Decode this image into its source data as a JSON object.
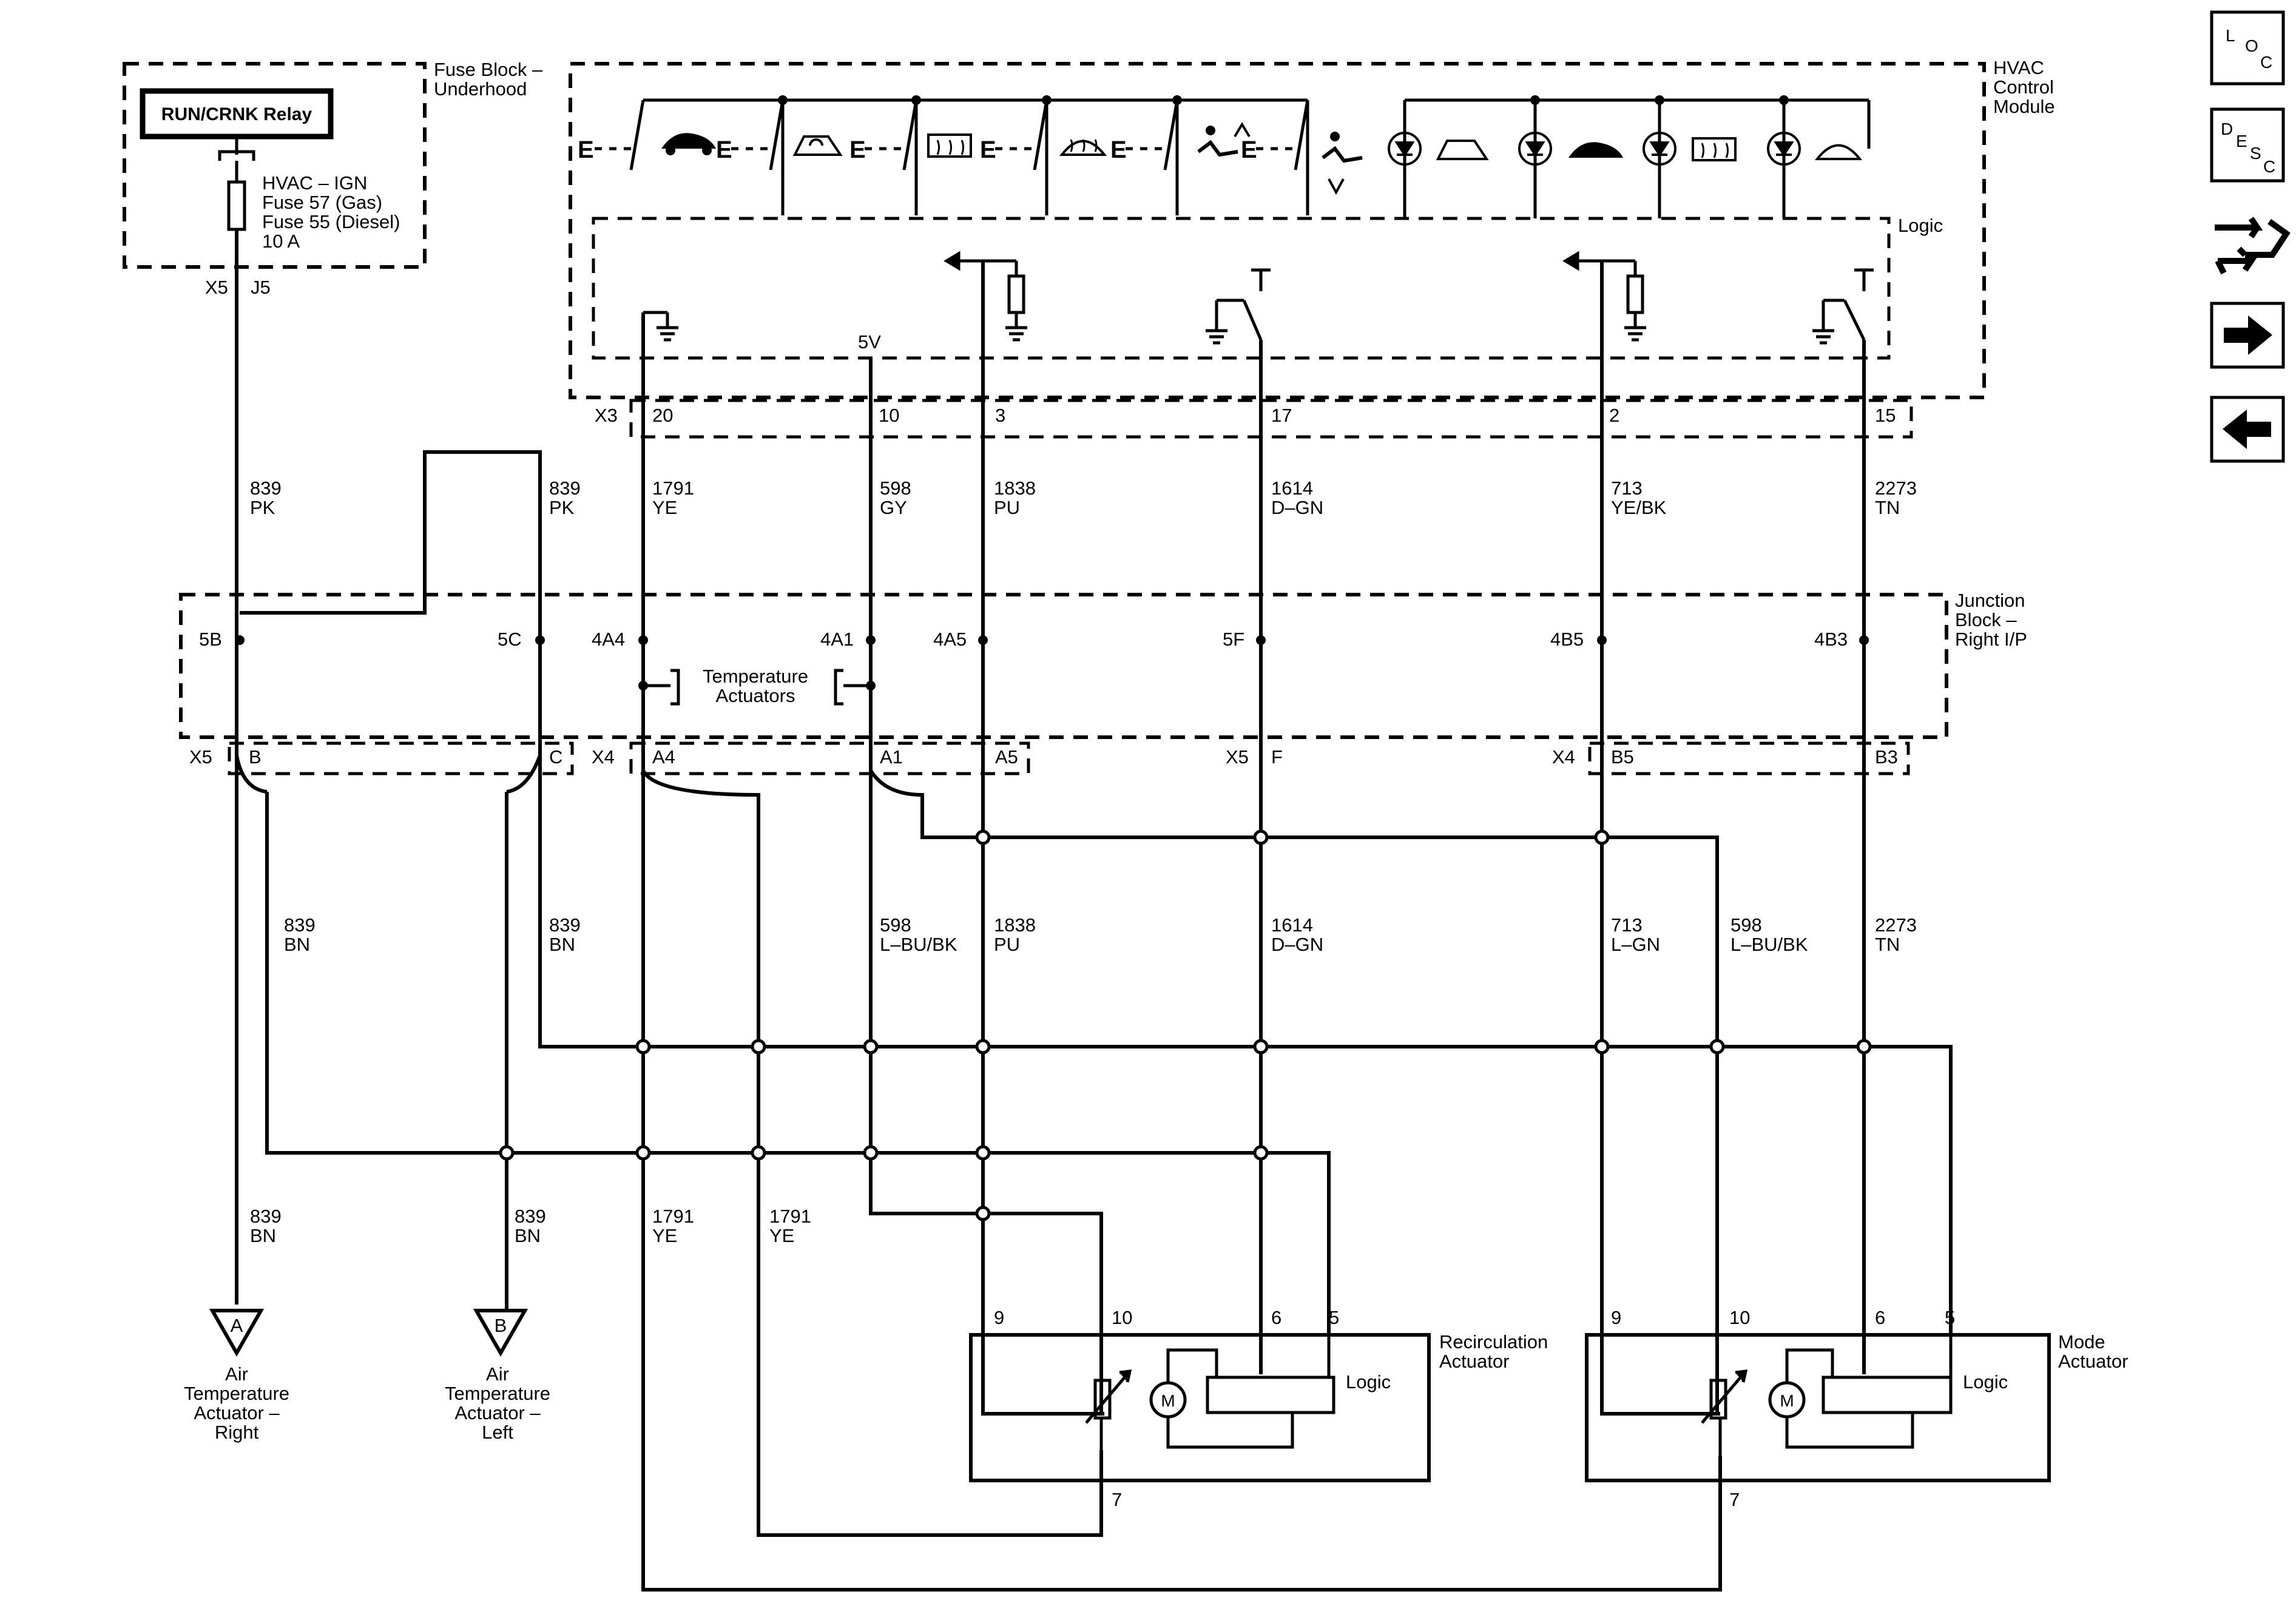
{
  "fuse_block": {
    "title_1": "Fuse Block –",
    "title_2": "Underhood",
    "relay": "RUN/CRNK Relay",
    "fuse_1": "HVAC – IGN",
    "fuse_2": "Fuse 57 (Gas)",
    "fuse_3": "Fuse 55 (Diesel)",
    "fuse_4": "10 A",
    "conn_x5": "X5",
    "conn_j5": "J5"
  },
  "hvac_module": {
    "title_1": "HVAC",
    "title_2": "Control",
    "title_3": "Module",
    "logic": "Logic",
    "v5": "5V",
    "connector": "X3",
    "pins": [
      "20",
      "10",
      "3",
      "17",
      "2",
      "15"
    ]
  },
  "wires_upper": [
    {
      "num": "839",
      "color": "PK"
    },
    {
      "num": "839",
      "color": "PK"
    },
    {
      "num": "1791",
      "color": "YE"
    },
    {
      "num": "598",
      "color": "GY"
    },
    {
      "num": "1838",
      "color": "PU"
    },
    {
      "num": "1614",
      "color": "D–GN"
    },
    {
      "num": "713",
      "color": "YE/BK"
    },
    {
      "num": "2273",
      "color": "TN"
    }
  ],
  "junction_block": {
    "title_1": "Junction",
    "title_2": "Block –",
    "title_3": "Right I/P",
    "pins": [
      "5B",
      "5C",
      "4A4",
      "4A1",
      "4A5",
      "5F",
      "4B5",
      "4B3"
    ],
    "temp_act_1": "Temperature",
    "temp_act_2": "Actuators",
    "conn_labels": [
      "X5",
      "B",
      "C",
      "X4",
      "A4",
      "A1",
      "A5",
      "X5",
      "F",
      "X4",
      "B5",
      "B3"
    ]
  },
  "wires_middle": [
    {
      "num": "839",
      "color": "BN"
    },
    {
      "num": "839",
      "color": "BN"
    },
    {
      "num": "598",
      "color": "L–BU/BK"
    },
    {
      "num": "1838",
      "color": "PU"
    },
    {
      "num": "1614",
      "color": "D–GN"
    },
    {
      "num": "713",
      "color": "L–GN"
    },
    {
      "num": "598",
      "color": "L–BU/BK"
    },
    {
      "num": "2273",
      "color": "TN"
    }
  ],
  "wires_lower": [
    {
      "num": "839",
      "color": "BN"
    },
    {
      "num": "839",
      "color": "BN"
    },
    {
      "num": "1791",
      "color": "YE"
    },
    {
      "num": "1791",
      "color": "YE"
    }
  ],
  "refs": [
    {
      "letter": "A",
      "line1": "Air",
      "line2": "Temperature",
      "line3": "Actuator –",
      "line4": "Right"
    },
    {
      "letter": "B",
      "line1": "Air",
      "line2": "Temperature",
      "line3": "Actuator –",
      "line4": "Left"
    }
  ],
  "recirc_actuator": {
    "title_1": "Recirculation",
    "title_2": "Actuator",
    "logic": "Logic",
    "motor": "M",
    "pins": [
      "9",
      "10",
      "6",
      "5",
      "7"
    ]
  },
  "mode_actuator": {
    "title_1": "Mode",
    "title_2": "Actuator",
    "logic": "Logic",
    "motor": "M",
    "pins": [
      "9",
      "10",
      "6",
      "5",
      "7"
    ]
  },
  "nav": {
    "loc_1": "L",
    "loc_2": "O",
    "loc_3": "C",
    "desc_1": "D",
    "desc_2": "E",
    "desc_3": "S",
    "desc_4": "C"
  },
  "icons": [
    "rear-defrost-icon",
    "recirculation-icon",
    "front-defrost-icon",
    "outside-air-icon",
    "mode-icon",
    "arrow-right-icon",
    "arrow-left-icon",
    "wrench-icon"
  ]
}
